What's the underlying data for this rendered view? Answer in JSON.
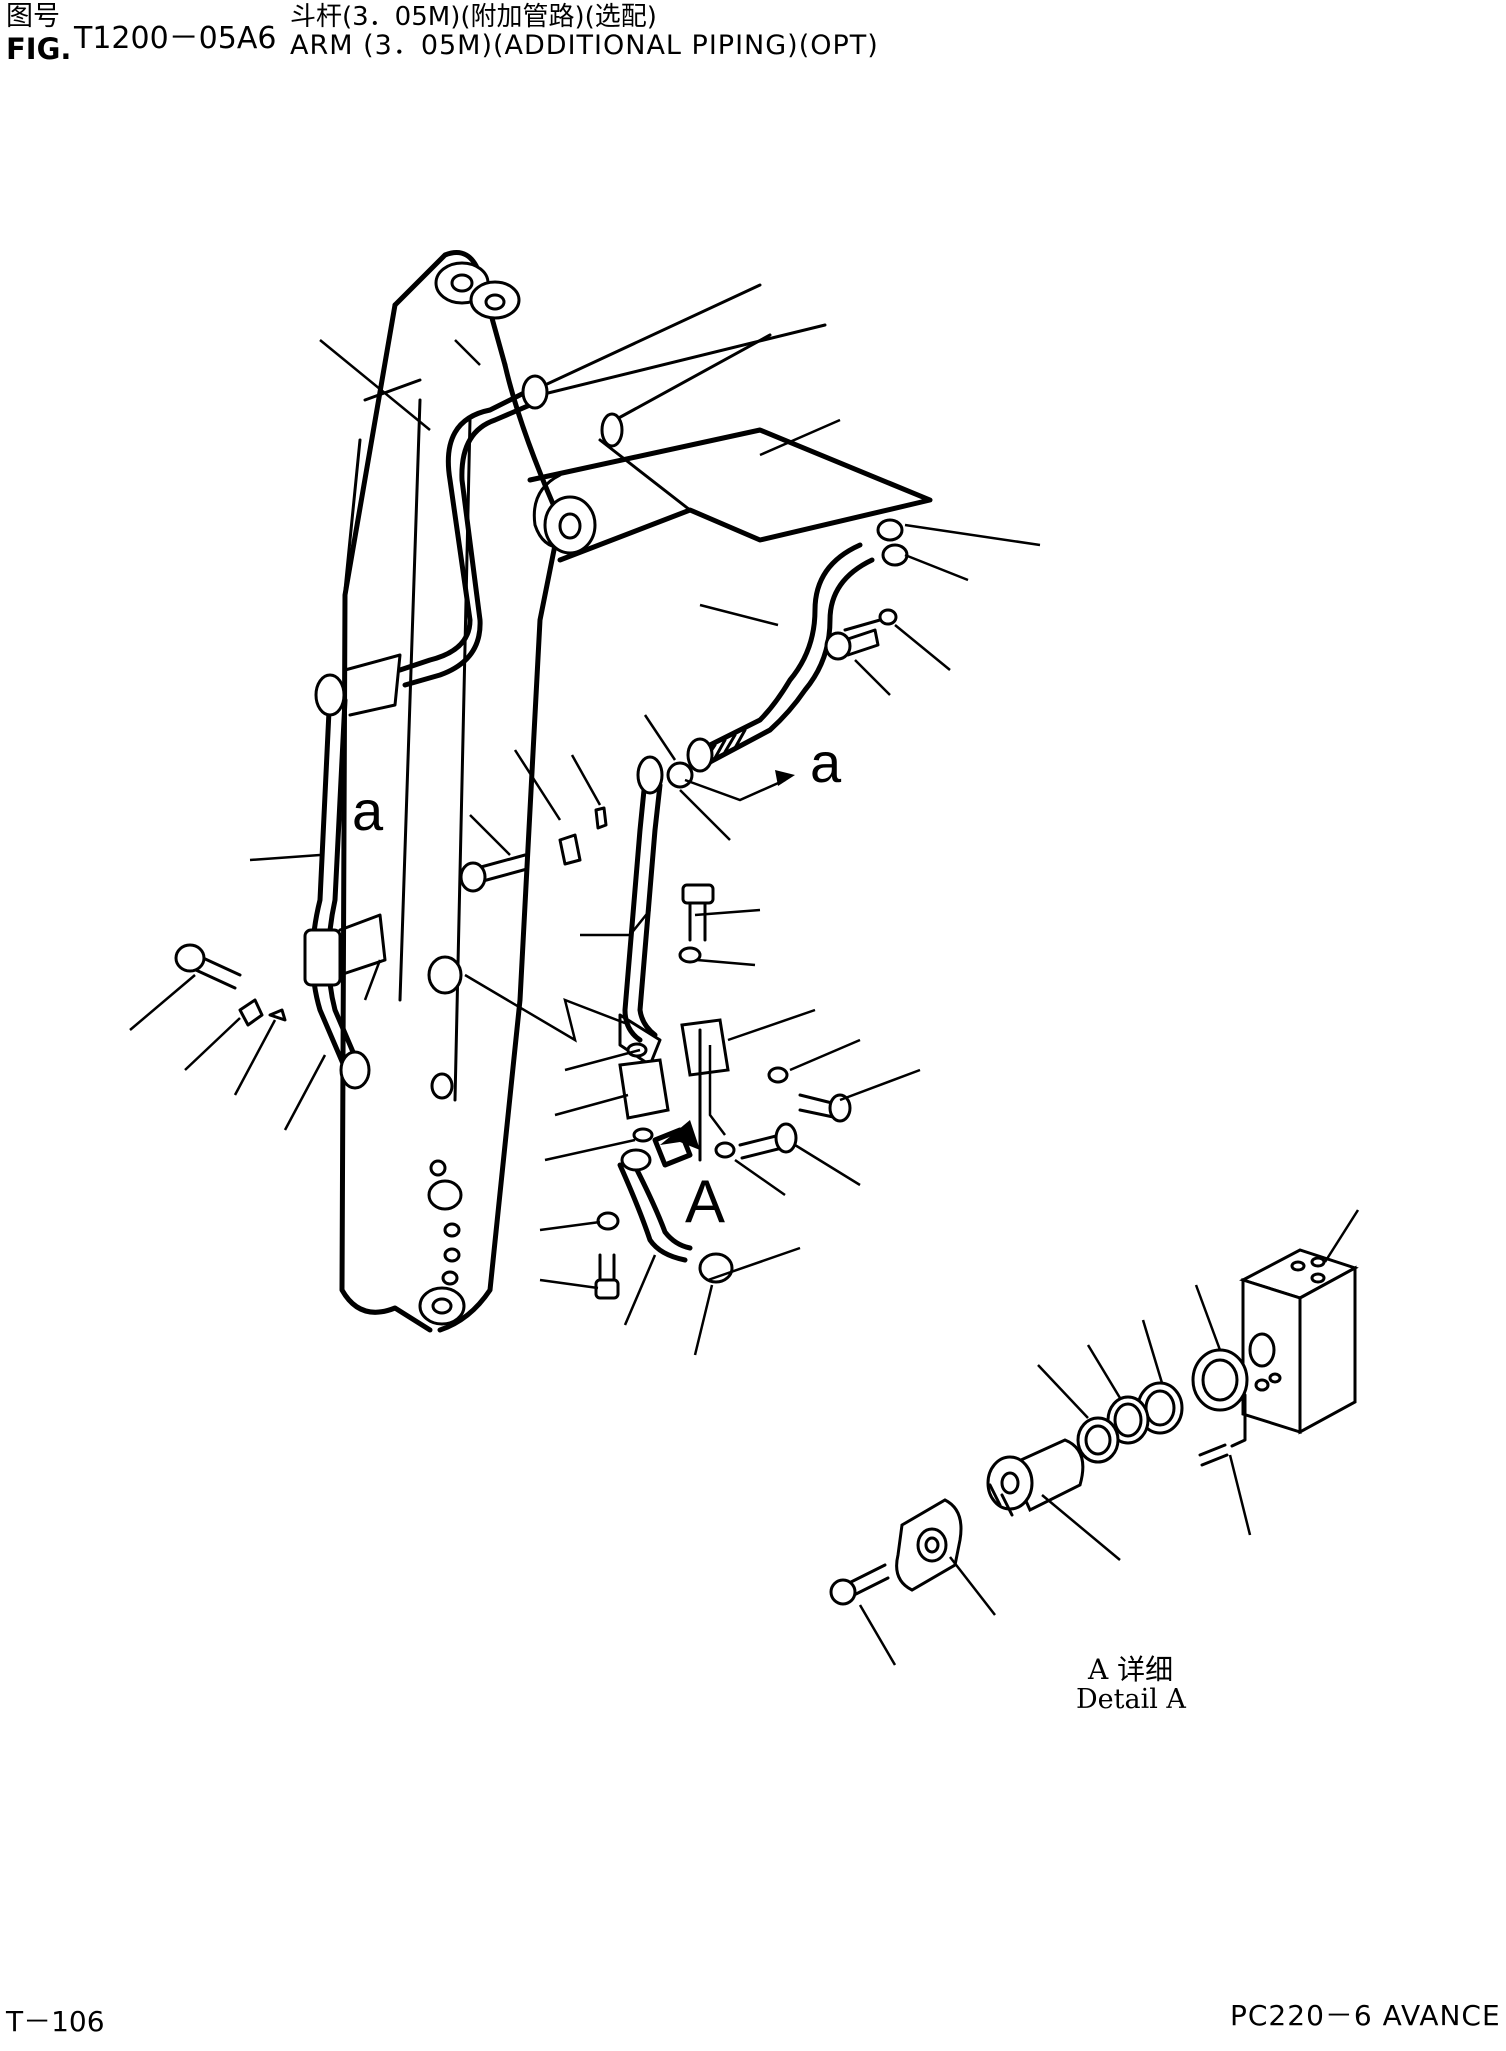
{
  "header": {
    "cn_label": "图号",
    "fig_label": "FIG.",
    "fig_number": "T1200－05A6",
    "title_cn": "斗杆(3．05M)(附加管路)(选配)",
    "title_en": "ARM (3．05M)(ADDITIONAL PIPING)(OPT)"
  },
  "callouts": {
    "view_a_right": "a",
    "view_a_left": "a",
    "detail_marker": "A"
  },
  "detail": {
    "title_cn": "A 详细",
    "title_en": "Detail A"
  },
  "footer": {
    "page": "T－106",
    "model": "PC220－6 AVANCE"
  }
}
